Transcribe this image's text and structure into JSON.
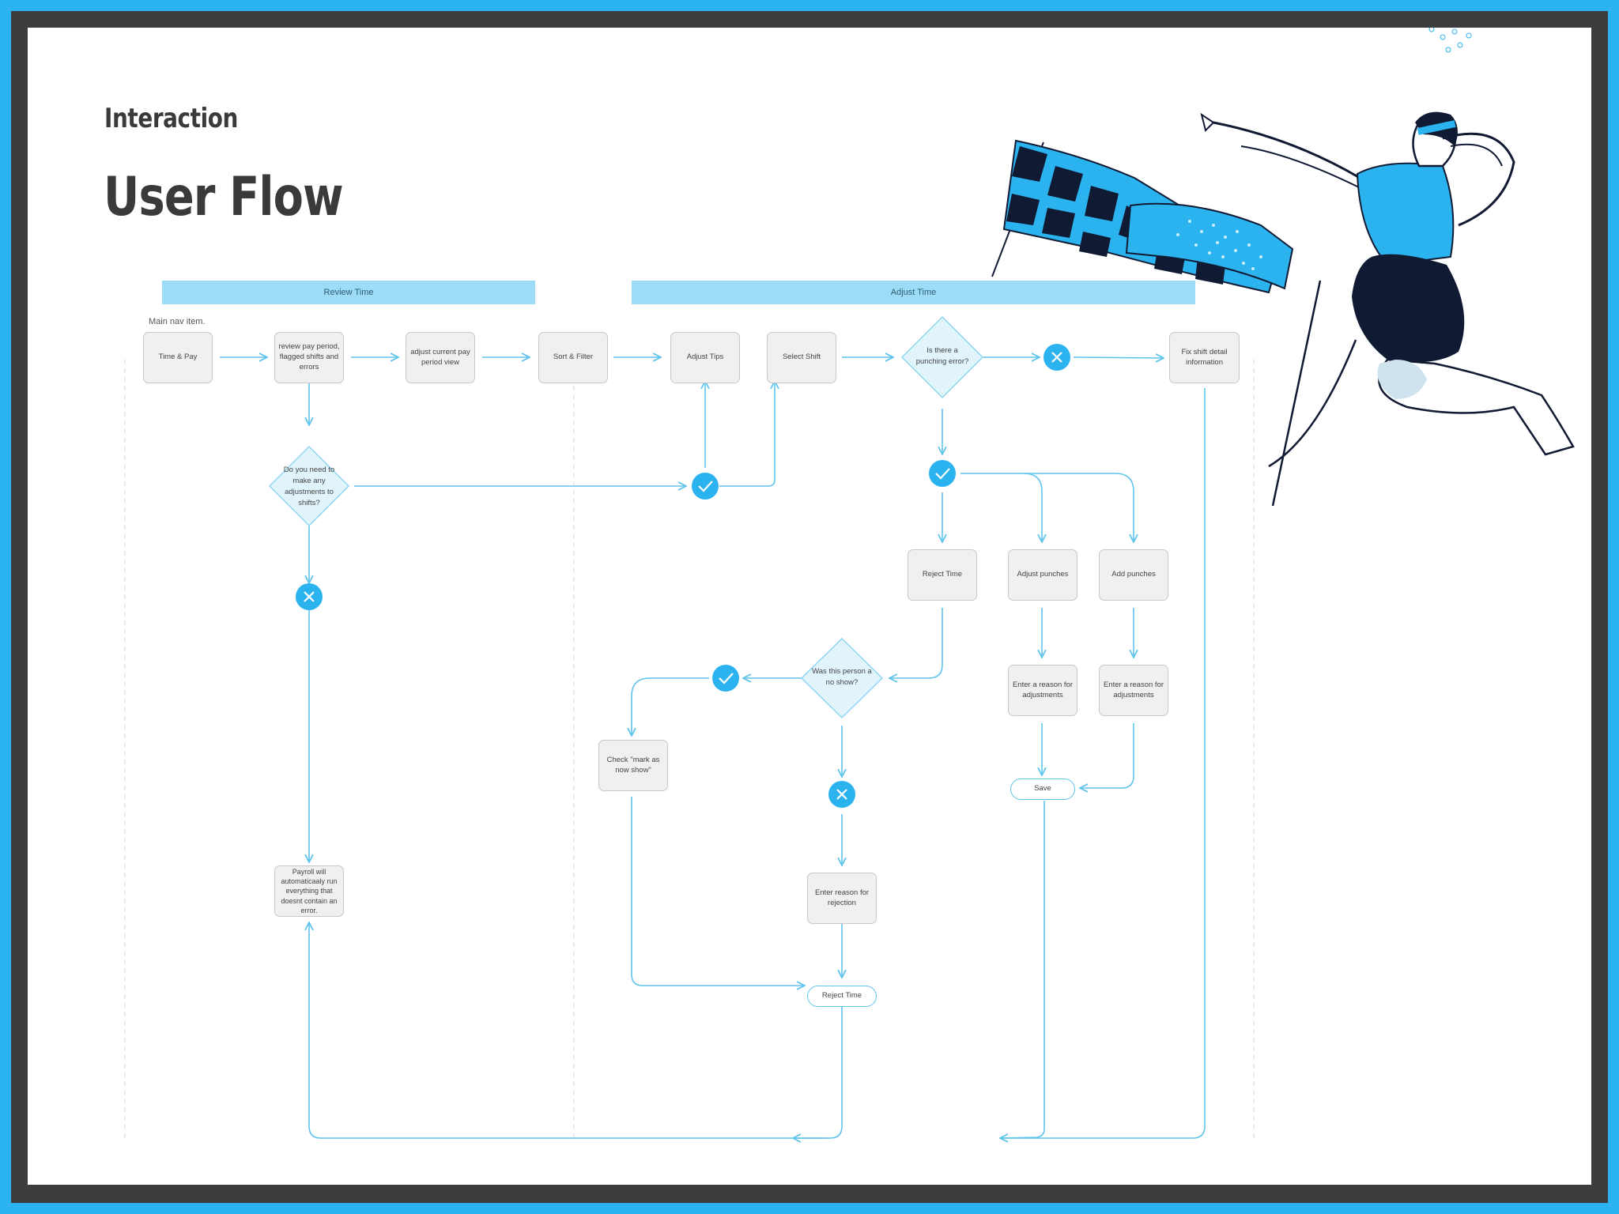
{
  "header": {
    "eyebrow": "Interaction",
    "title": "User Flow"
  },
  "lanes": {
    "review": "Review Time",
    "adjust": "Adjust Time"
  },
  "annotation": "Main nav item.",
  "nodes": {
    "time_pay": "Time & Pay",
    "review_pay_period": "review pay period, flagged shifts and errors",
    "adjust_current_pay": "adjust current pay period view",
    "sort_filter": "Sort & Filter",
    "adjust_tips": "Adjust Tips",
    "select_shift": "Select Shift",
    "fix_shift_detail": "Fix shift detail information",
    "reject_time_box": "Reject Time",
    "adjust_punches": "Adjust punches",
    "add_punches": "Add punches",
    "enter_reason_adjust_1": "Enter a reason for adjustments",
    "enter_reason_adjust_2": "Enter a reason for adjustments",
    "check_no_show": "Check \"mark as now show\"",
    "enter_reason_rejection": "Enter reason for rejection",
    "payroll_auto": "Payroll will automaticaaly run everything that doesnt contain an error."
  },
  "decisions": {
    "adjust_shifts": "Do you need to make any adjustments to shifts?",
    "punching_error": "Is there a punching error?",
    "no_show": "Was this person a no show?"
  },
  "terminals": {
    "save": "Save",
    "reject_time": "Reject Time"
  },
  "colors": {
    "accent": "#2bb3ef",
    "lane_fill": "#9ddcf6",
    "connector": "#5fc4ec",
    "frame_dark": "#3c3c3e",
    "illustration_navy": "#111a33"
  },
  "icons": {
    "yes": "check-circle-icon",
    "no": "x-circle-icon",
    "illustration": "flying-person-with-scarf-illustration"
  }
}
